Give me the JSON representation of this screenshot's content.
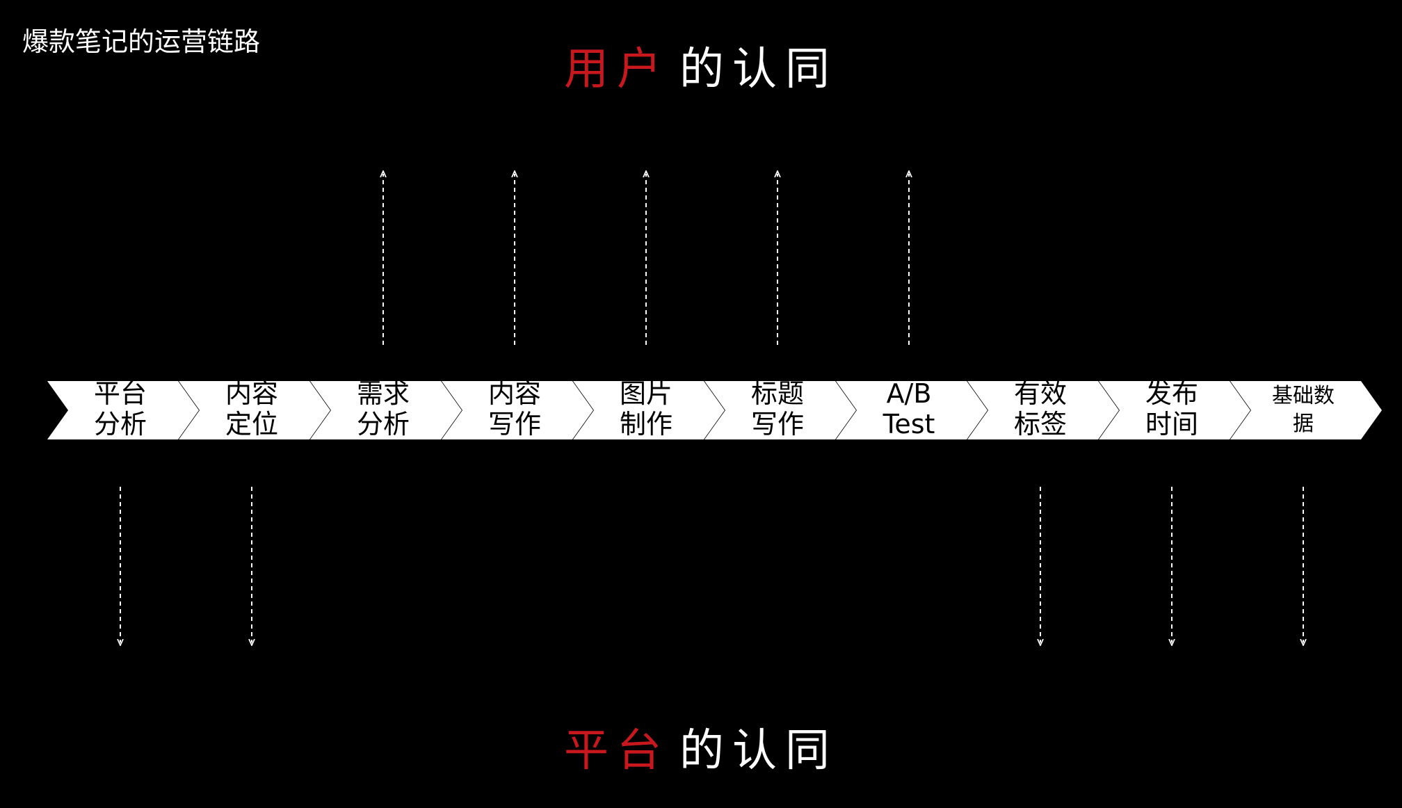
{
  "slide": {
    "title": "爆款笔记的运营链路"
  },
  "headings": {
    "top": {
      "accent": "用户",
      "rest": "的认同"
    },
    "bottom": {
      "accent": "平台",
      "rest": "的认同"
    }
  },
  "colors": {
    "background": "#000000",
    "accent": "#c8181e",
    "text": "#ffffff",
    "chevron_fill": "#ffffff",
    "chevron_text": "#000000",
    "arrow": "#ffffff"
  },
  "steps": [
    {
      "line1": "平台",
      "line2": "分析",
      "arrow": "down"
    },
    {
      "line1": "内容",
      "line2": "定位",
      "arrow": "down"
    },
    {
      "line1": "需求",
      "line2": "分析",
      "arrow": "up"
    },
    {
      "line1": "内容",
      "line2": "写作",
      "arrow": "up"
    },
    {
      "line1": "图片",
      "line2": "制作",
      "arrow": "up"
    },
    {
      "line1": "标题",
      "line2": "写作",
      "arrow": "up"
    },
    {
      "line1": "A/B",
      "line2": "Test",
      "arrow": "up"
    },
    {
      "line1": "有效",
      "line2": "标签",
      "arrow": "down"
    },
    {
      "line1": "发布",
      "line2": "时间",
      "arrow": "down"
    },
    {
      "line1": "基础数",
      "line2": "据",
      "arrow": "down",
      "small": true
    }
  ]
}
